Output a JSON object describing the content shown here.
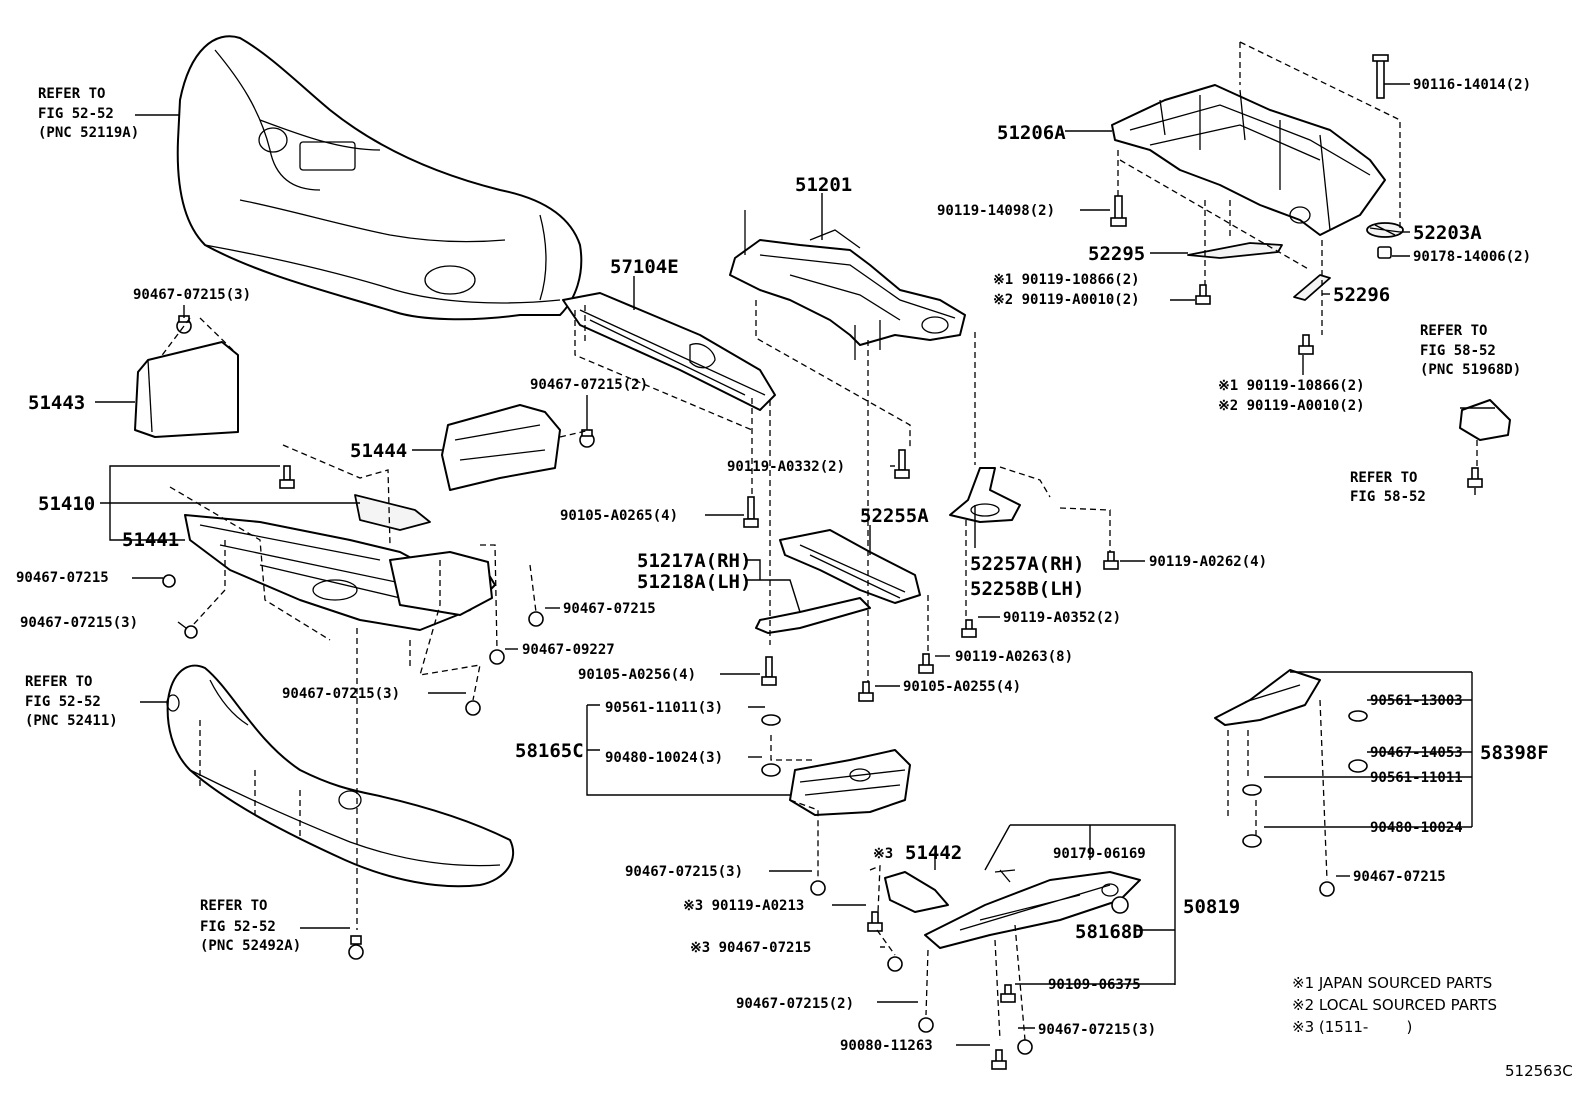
{
  "labels": {
    "refer_bumper_top": [
      "REFER TO",
      "FIG 52-52",
      "(PNC 52119A)"
    ],
    "refer_bumper_lower": [
      "REFER TO",
      "FIG 52-52",
      "(PNC 52411)"
    ],
    "refer_bumper_bottom": [
      "REFER TO",
      "FIG 52-52",
      "(PNC 52492A)"
    ],
    "refer_5852_top": [
      "REFER TO",
      "FIG 58-52",
      "(PNC 51968D)"
    ],
    "refer_5852_bottom": [
      "REFER TO",
      "FIG 58-52"
    ],
    "p51206A": "51206A",
    "p51201": "51201",
    "p57104E": "57104E",
    "p52203A": "52203A",
    "p52295": "52295",
    "p52296": "52296",
    "p51443": "51443",
    "p51444": "51444",
    "p51410": "51410",
    "p51441": "51441",
    "p52255A": "52255A",
    "p51217A": "51217A(RH)",
    "p51218A": "51218A(LH)",
    "p52257A": "52257A(RH)",
    "p52258B": "52258B(LH)",
    "p58165C": "58165C",
    "p58398F": "58398F",
    "p51442": "51442",
    "p50819": "50819",
    "p58168D": "58168D",
    "f90116_14014": "90116-14014(2)",
    "f90119_14098": "90119-14098(2)",
    "f90178_14006": "90178-14006(2)",
    "f90119_10866_a": "※1 90119-10866(2)",
    "f90119_A0010_a": "※2 90119-A0010(2)",
    "f90119_10866_b": "※1 90119-10866(2)",
    "f90119_A0010_b": "※2 90119-A0010(2)",
    "f90467_07215_3_top": "90467-07215(3)",
    "f90467_07215_2": "90467-07215(2)",
    "f90119_A0332": "90119-A0332(2)",
    "f90105_A0265": "90105-A0265(4)",
    "f90119_A0262": "90119-A0262(4)",
    "f90467_07215_left": "90467-07215",
    "f90467_07215_3_left": "90467-07215(3)",
    "f90467_07215_mid": "90467-07215",
    "f90119_A0352": "90119-A0352(2)",
    "f90467_09227": "90467-09227",
    "f90105_A0256": "90105-A0256(4)",
    "f90119_A0263": "90119-A0263(8)",
    "f90105_A0255": "90105-A0255(4)",
    "f90467_07215_3_bump": "90467-07215(3)",
    "f90561_11011_3": "90561-11011(3)",
    "f90480_10024_3": "90480-10024(3)",
    "f90561_13003": "90561-13003",
    "f90467_14053": "90467-14053",
    "f90561_11011": "90561-11011",
    "f90480_10024": "90480-10024",
    "f90467_07215_right": "90467-07215",
    "f90467_07215_3_lower": "90467-07215(3)",
    "f90119_A0213": "※3 90119-A0213",
    "f90467_07215_x3": "※3 90467-07215",
    "f90179_06169": "90179-06169",
    "f90109_06375": "90109-06375",
    "f90467_07215_2_low": "90467-07215(2)",
    "f90467_07215_3_bot": "90467-07215(3)",
    "f90080_11263": "90080-11263",
    "mark3_51442": "※3"
  },
  "legend": [
    "※1 JAPAN SOURCED PARTS",
    "※2 LOCAL SOURCED PARTS",
    "※3 (1511-        )"
  ],
  "figure_id": "512563C"
}
